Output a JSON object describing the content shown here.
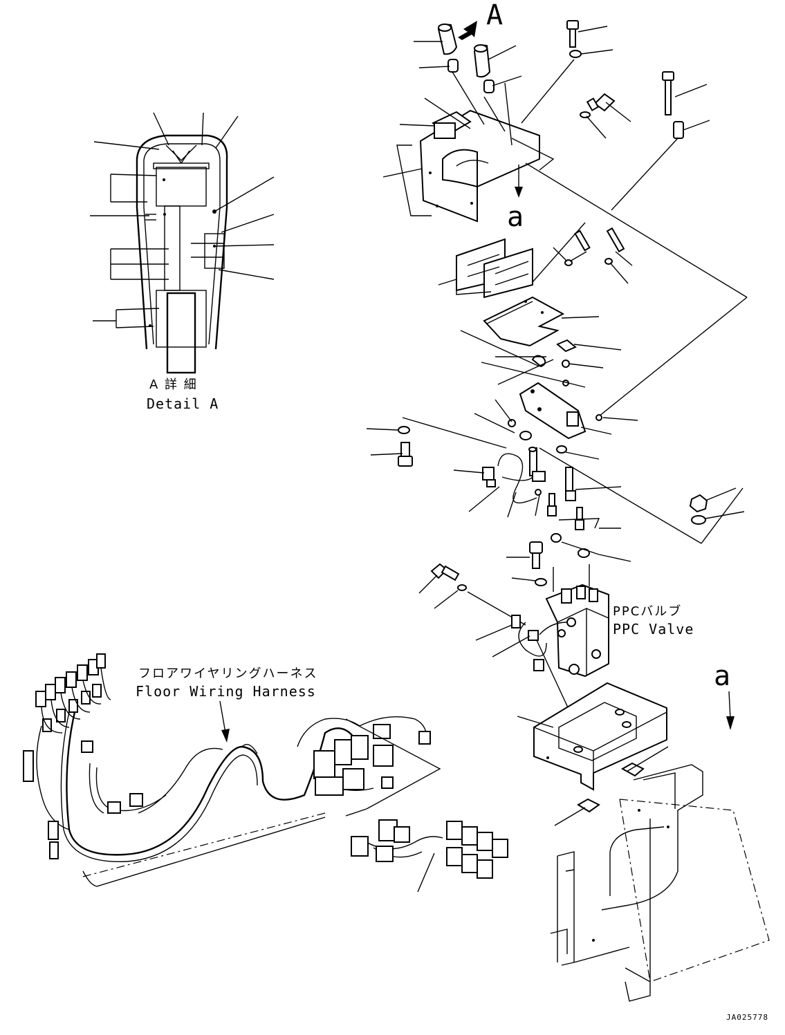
{
  "view_letter": "A",
  "section_ref": "a",
  "detail": {
    "jp": "A 詳 細",
    "en": "Detail A"
  },
  "ppc_valve": {
    "jp": "PPCバルブ",
    "en": "PPC Valve"
  },
  "harness": {
    "jp": "フロアワイヤリングハーネス",
    "en": "Floor Wiring Harness"
  },
  "drawing_id": "JA025778"
}
